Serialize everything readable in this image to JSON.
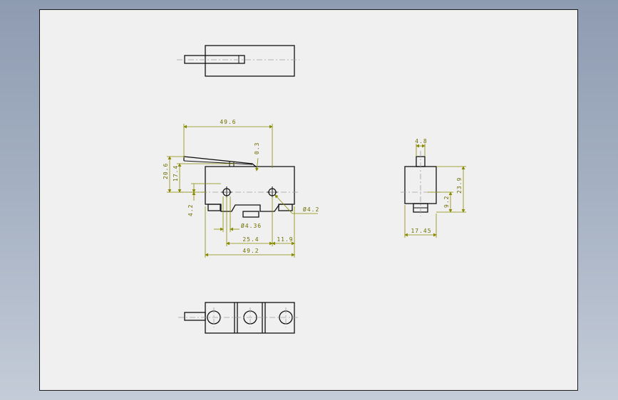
{
  "drawing": {
    "dimensions": {
      "overall_length": "49.6",
      "lever_gap": "0.3",
      "height_lever": "20.6",
      "height_body": "17.4",
      "hole_offset": "4.2",
      "hole_dia_right": "Ø4.2",
      "hole_dia_left": "Ø4.36",
      "hole_spacing": "25.4",
      "hole_edge": "11.9",
      "body_length": "49.2",
      "plunger_width": "4.8",
      "body_height": "23.9",
      "terminal_height": "9.2",
      "body_width": "17.45"
    }
  }
}
